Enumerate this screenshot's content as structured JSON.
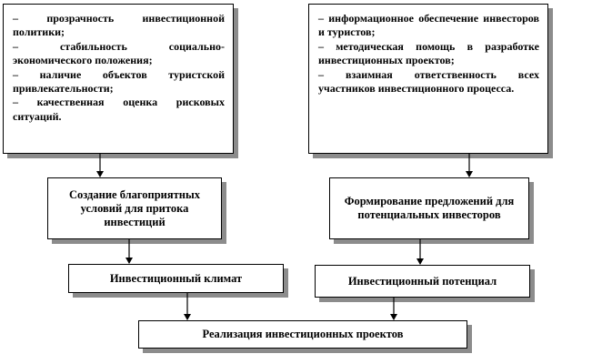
{
  "diagram": {
    "top_left_list": [
      "– прозрачность инвестиционной политики;",
      "– стабильность социально-экономического положения;",
      "– наличие объектов туристской привлекательности;",
      "– качественная оценка рисковых ситуаций."
    ],
    "top_right_list": [
      "– информационное обеспечение инвесторов и туристов;",
      "– методическая помощь в разработке инвестиционных проектов;",
      "– взаимная ответственность всех участников инвестиционного процесса."
    ],
    "mid_left": "Создание благоприятных условий для притока инвестиций",
    "mid_right": "Формирование предложений для потенциальных инвесторов",
    "climate": "Инвестиционный климат",
    "potential": "Инвестиционный потенциал",
    "bottom": "Реализация инвестиционных проектов"
  }
}
